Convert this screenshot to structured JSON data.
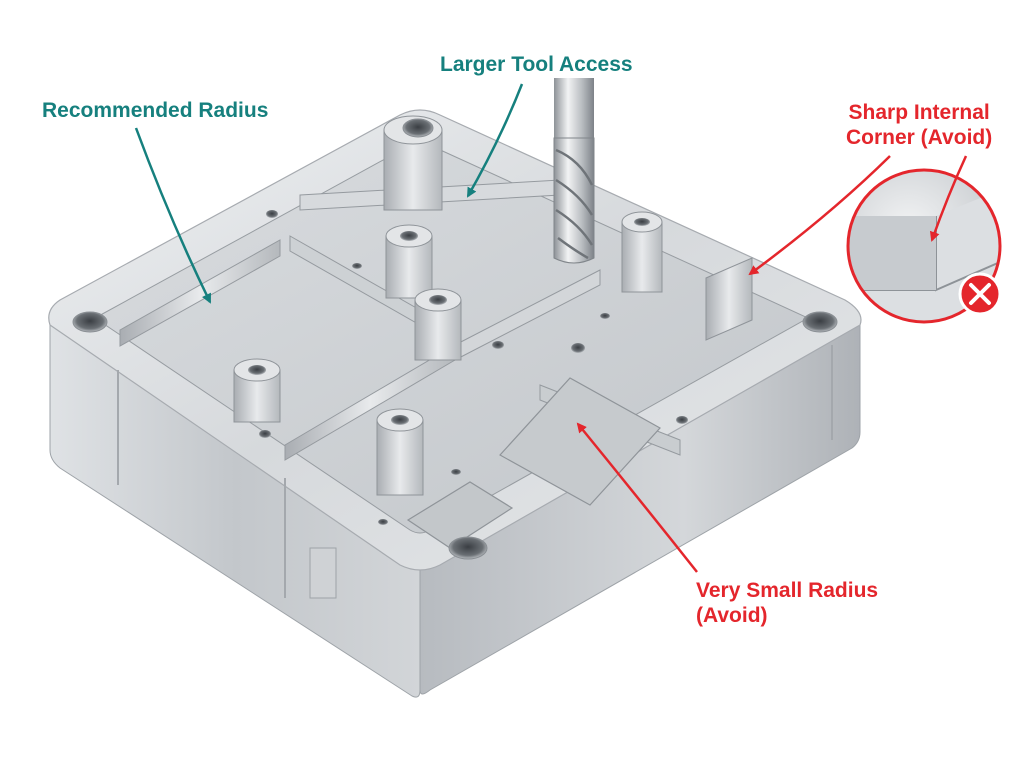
{
  "annotations": {
    "larger_tool_access": "Larger Tool Access",
    "recommended_radius": "Recommended Radius",
    "sharp_corner_line1": "Sharp Internal",
    "sharp_corner_line2": "Corner (Avoid)",
    "small_radius_line1": "Very Small Radius",
    "small_radius_line2": "(Avoid)"
  },
  "colors": {
    "good": "#16807e",
    "avoid": "#e4262c",
    "aluminum": "#c9cdd1",
    "background": "#ffffff"
  },
  "icons": {
    "avoid_badge": "close-icon",
    "arrow": "arrow-icon"
  }
}
